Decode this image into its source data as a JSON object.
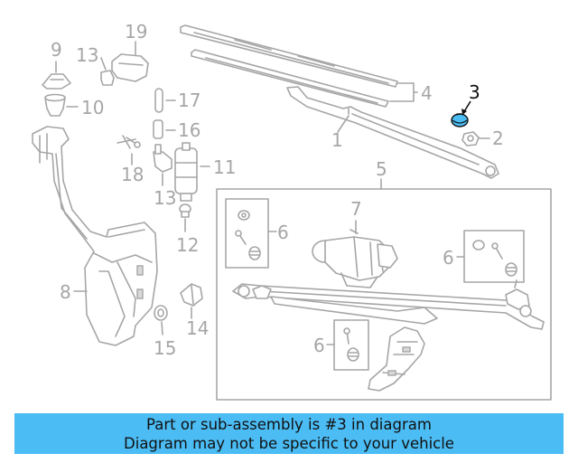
{
  "diagram": {
    "callouts": {
      "c1": "1",
      "c2": "2",
      "c3": "3",
      "c4": "4",
      "c5": "5",
      "c6a": "6",
      "c6b": "6",
      "c6c": "6",
      "c7": "7",
      "c8": "8",
      "c9": "9",
      "c10": "10",
      "c11": "11",
      "c12": "12",
      "c13a": "13",
      "c13b": "13",
      "c14": "14",
      "c15": "15",
      "c16": "16",
      "c17": "17",
      "c18": "18",
      "c19": "19"
    },
    "highlighted_part": "3",
    "highlight_color": "#4bbcf4",
    "line_color": "#a6a6a6"
  },
  "banner": {
    "line1": "Part or sub-assembly is #3 in diagram",
    "line2": "Diagram may not be specific to your vehicle",
    "background": "#4bbcf4"
  }
}
